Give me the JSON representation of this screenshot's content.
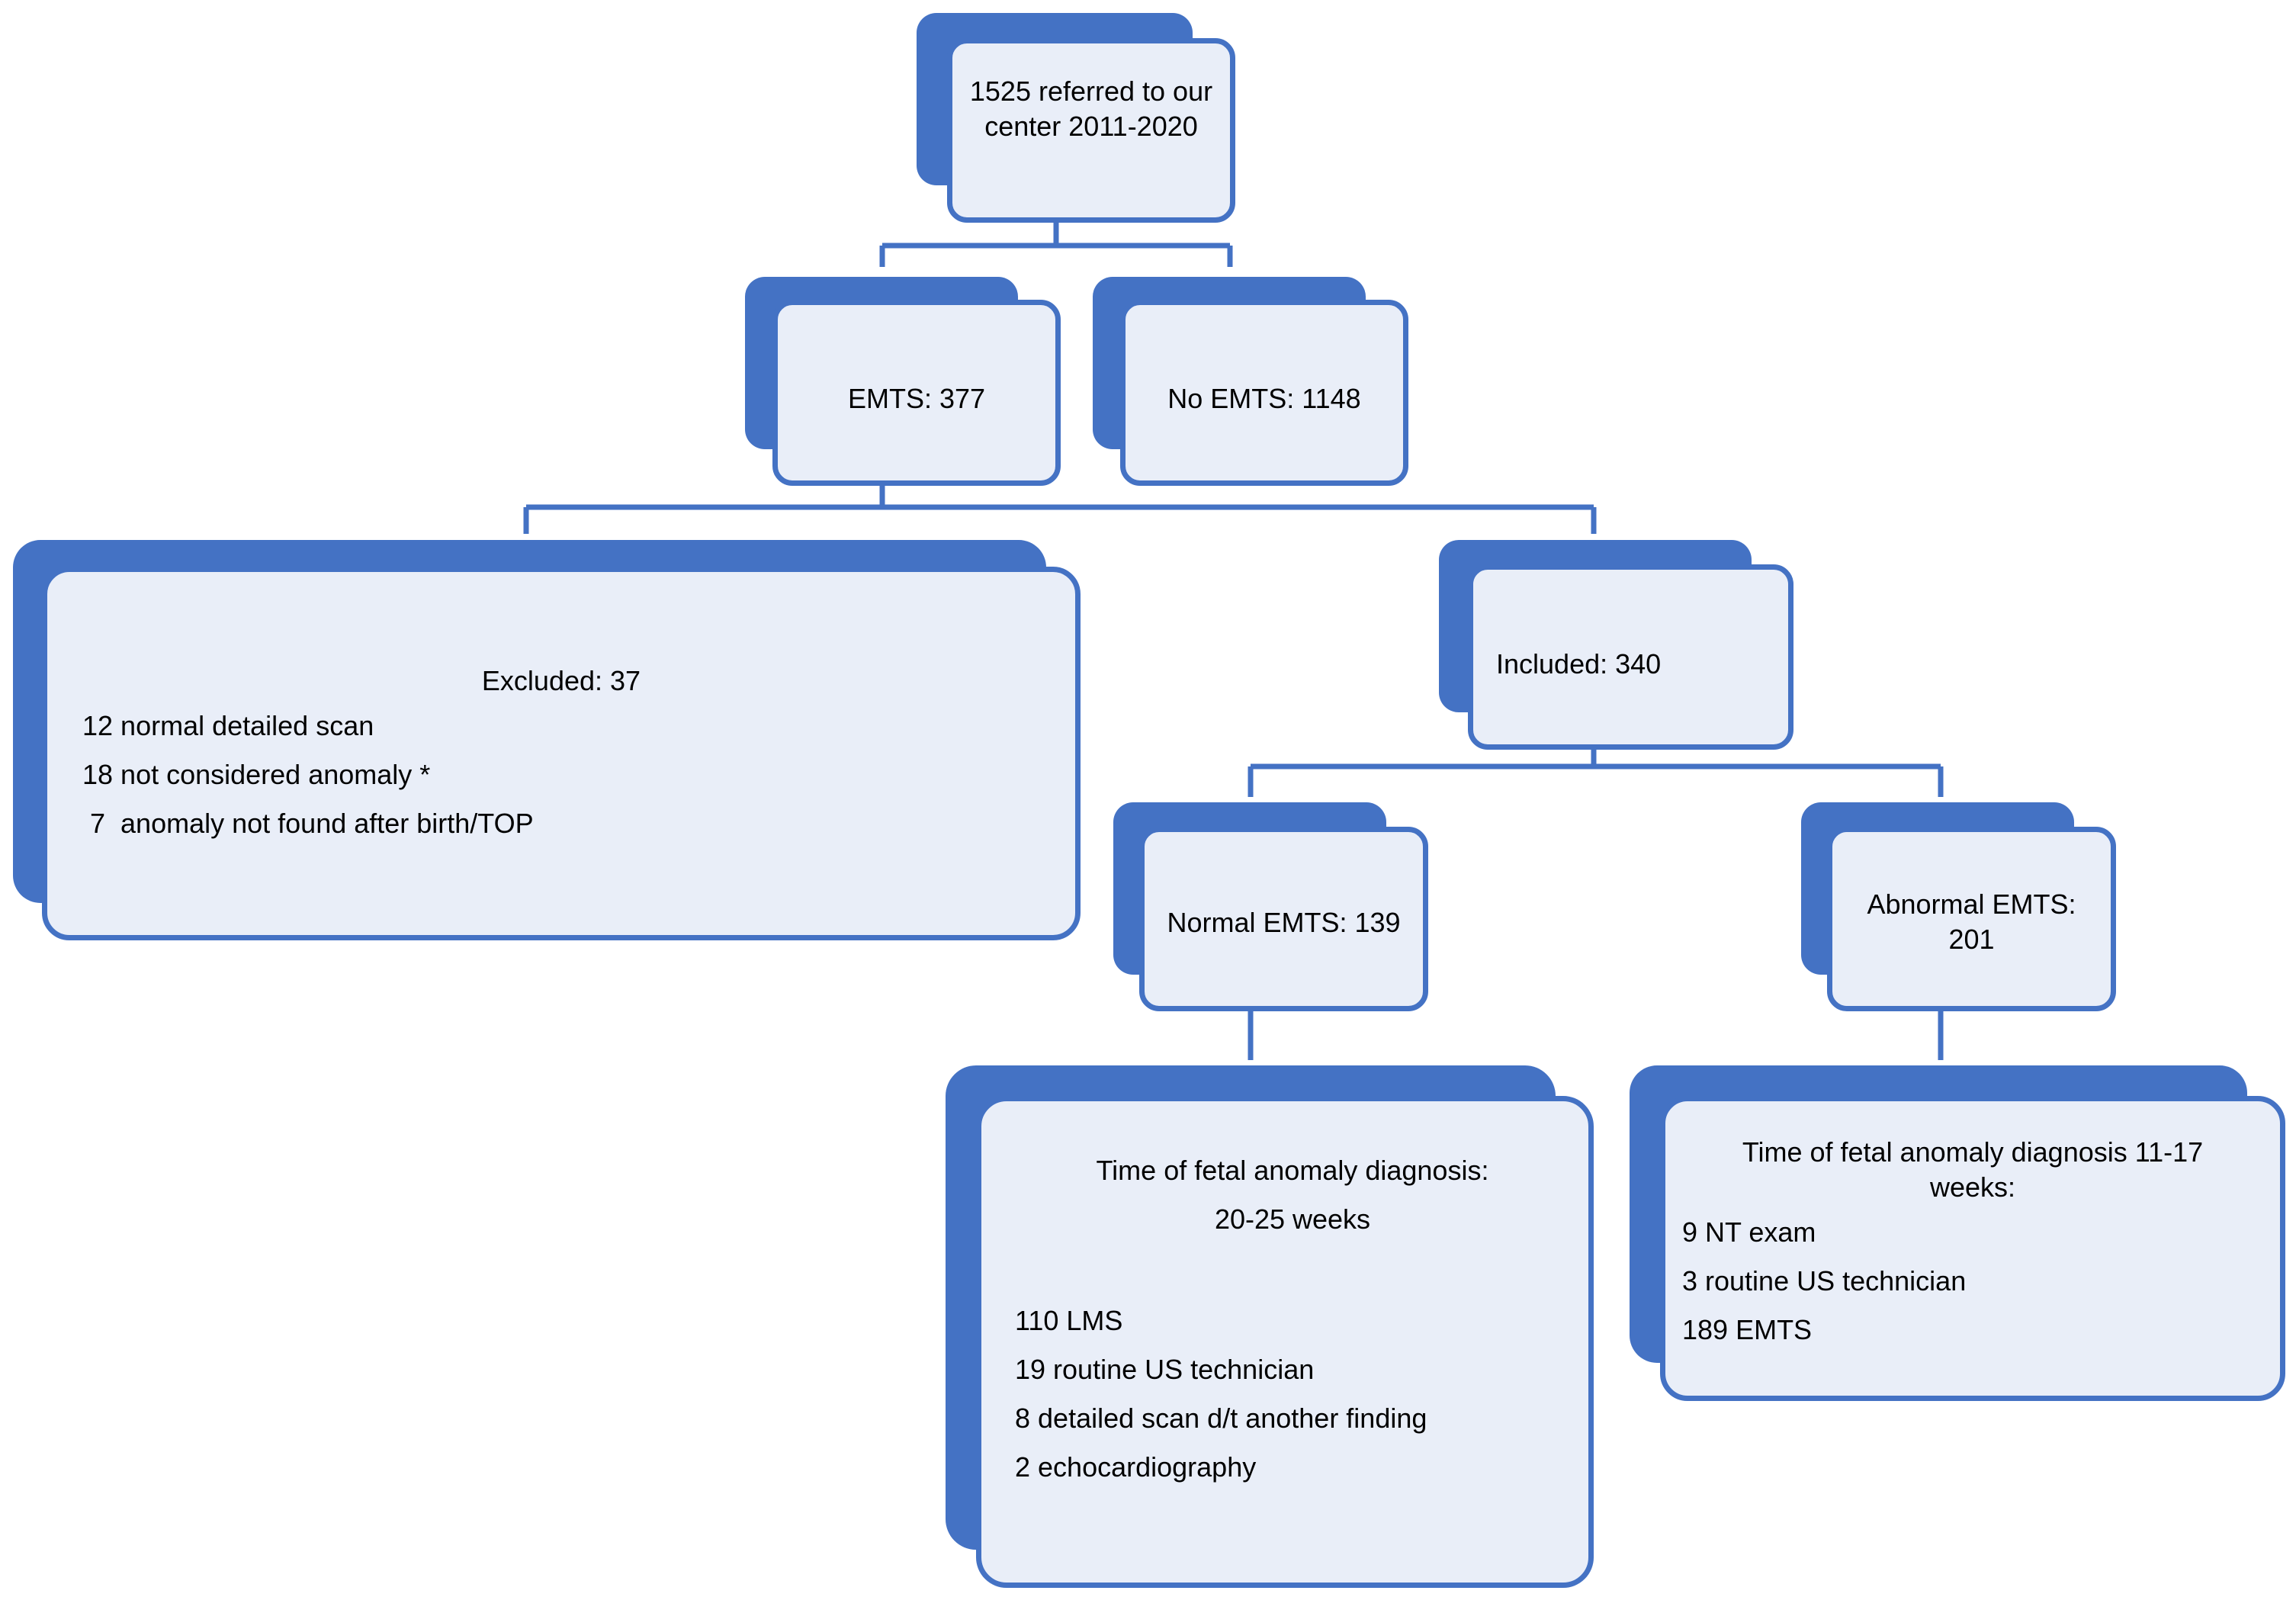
{
  "colors": {
    "accent": "#4472c4",
    "fill": "#e9eef8",
    "background": "#ffffff"
  },
  "root": {
    "text": "1525 referred to our center 2011-2020"
  },
  "emts": {
    "text": "EMTS: 377"
  },
  "no_emts": {
    "text": "No EMTS: 1148"
  },
  "excluded": {
    "title": "Excluded: 37",
    "lines": [
      "12 normal detailed scan",
      "18  not considered anomaly *",
      " 7  anomaly not found after birth/TOP"
    ]
  },
  "included": {
    "text": "Included: 340"
  },
  "normal_emts": {
    "text": "Normal EMTS: 139"
  },
  "abnormal_emts": {
    "text": "Abnormal EMTS: 201"
  },
  "normal_diagnosis": {
    "title": "Time of fetal anomaly diagnosis:",
    "subtitle": "20-25 weeks",
    "lines": [
      "110 LMS",
      "19 routine US technician",
      "8 detailed scan d/t another finding",
      "2 echocardiography"
    ]
  },
  "abnormal_diagnosis": {
    "title": "Time of fetal anomaly diagnosis 11-17 weeks:",
    "lines": [
      "9 NT exam",
      "3 routine US technician",
      "189 EMTS"
    ]
  }
}
